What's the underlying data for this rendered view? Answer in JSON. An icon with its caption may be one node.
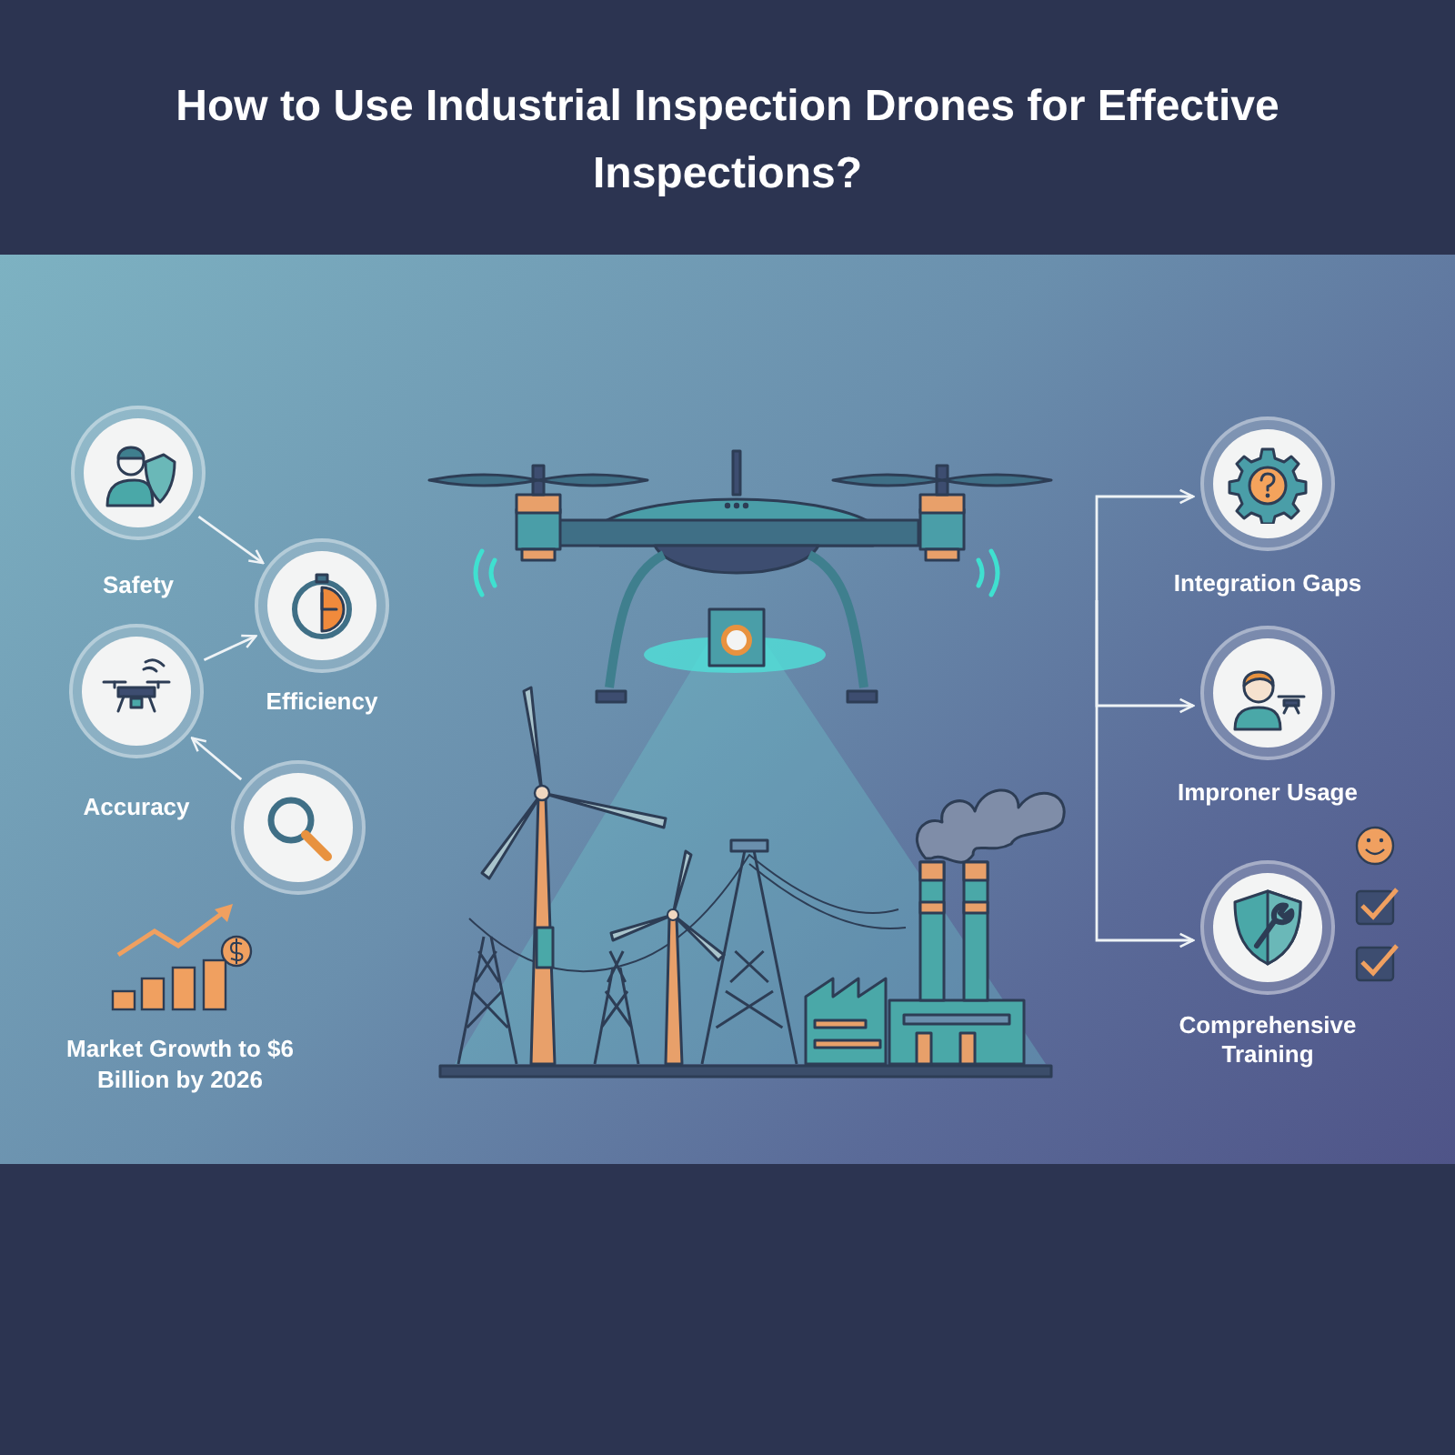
{
  "diagram": {
    "title": "How to Use Industrial Inspection Drones for Effective Inspections?",
    "nodes": [
      {
        "text": [
          "Safety"
        ]
      },
      {
        "text": [
          "Efficiency"
        ]
      },
      {
        "text": [
          "Accuracy"
        ]
      },
      {
        "text": [],
        "shape": "circle"
      },
      {
        "text": [
          "Integration Gaps"
        ]
      },
      {
        "text": [
          "Improner Usage"
        ]
      },
      {
        "text": [
          "Comprehensive Training"
        ]
      }
    ],
    "edges": [
      {
        "from": 0,
        "to": 1,
        "arrow": "to"
      },
      {
        "from": 2,
        "to": 1,
        "arrow": "to"
      },
      {
        "from": 3,
        "to": 2,
        "arrow": "to"
      },
      {
        "from": null,
        "to": 4,
        "arrow": "to"
      },
      {
        "from": null,
        "to": 5,
        "arrow": "to"
      },
      {
        "from": null,
        "to": 6,
        "arrow": "to"
      }
    ],
    "labels": [
      "Market Growth to $6 Billion by 2026"
    ]
  }
}
